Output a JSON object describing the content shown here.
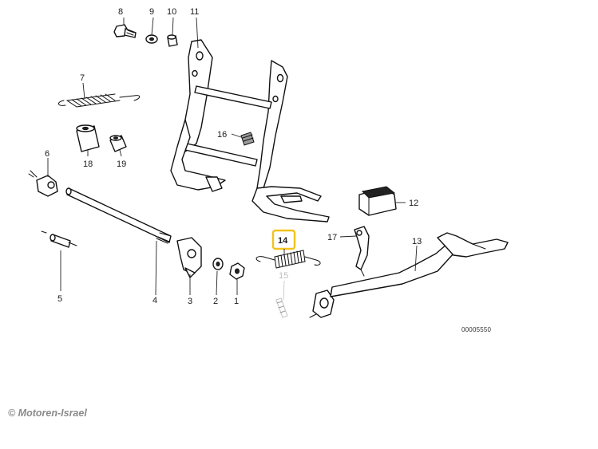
{
  "diagram": {
    "drawing_number": "00005550",
    "copyright": "© Motoren-Israel",
    "highlight_color": "#f2c21a",
    "highlighted_part": "14",
    "parts": [
      {
        "id": "p1",
        "label": "1"
      },
      {
        "id": "p2",
        "label": "2"
      },
      {
        "id": "p3",
        "label": "3"
      },
      {
        "id": "p4",
        "label": "4"
      },
      {
        "id": "p5",
        "label": "5"
      },
      {
        "id": "p6",
        "label": "6"
      },
      {
        "id": "p7",
        "label": "7"
      },
      {
        "id": "p8",
        "label": "8"
      },
      {
        "id": "p9",
        "label": "9"
      },
      {
        "id": "p10",
        "label": "10"
      },
      {
        "id": "p11",
        "label": "11"
      },
      {
        "id": "p12",
        "label": "12"
      },
      {
        "id": "p13",
        "label": "13"
      },
      {
        "id": "p14",
        "label": "14"
      },
      {
        "id": "p15",
        "label": "15"
      },
      {
        "id": "p16",
        "label": "16"
      },
      {
        "id": "p17",
        "label": "17"
      },
      {
        "id": "p18",
        "label": "18"
      },
      {
        "id": "p19",
        "label": "19"
      }
    ]
  }
}
